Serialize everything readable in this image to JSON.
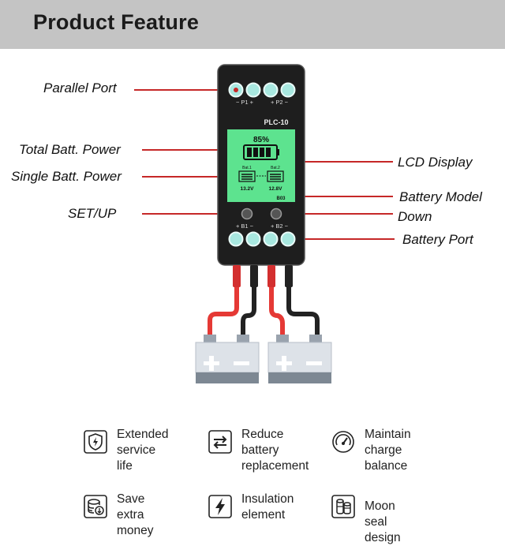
{
  "header": {
    "title": "Product Feature"
  },
  "labels": {
    "parallel_port": "Parallel Port",
    "total_power": "Total Batt. Power",
    "single_power": "Single Batt. Power",
    "set_up": "SET/UP",
    "lcd_display": "LCD Display",
    "battery_model": "Battery Model",
    "down": "Down",
    "battery_port": "Battery Port"
  },
  "device": {
    "top_port_labels": [
      "− P1 +",
      "+ P2 −"
    ],
    "model": "PLC-10",
    "percent": "85%",
    "batt1_label": "Bat.1",
    "batt2_label": "Bat.2",
    "batt1_voltage": "13.2V",
    "batt2_voltage": "12.8V",
    "model_code": "B03",
    "bottom_port_labels": [
      "+ B1 −",
      "+ B2 −"
    ]
  },
  "features": [
    {
      "icon": "shield-lightning-icon",
      "line1": "Extended",
      "line2": "service life"
    },
    {
      "icon": "swap-arrows-icon",
      "line1": "Reduce battery",
      "line2": "replacement"
    },
    {
      "icon": "gauge-icon",
      "line1": "Maintain charge",
      "line2": "balance"
    },
    {
      "icon": "coins-icon",
      "line1": "Save extra",
      "line2": "money"
    },
    {
      "icon": "lightning-icon",
      "line1": "Insulation",
      "line2": "element"
    },
    {
      "icon": "battery-cells-icon",
      "line1": "Moon seal design",
      "line2": ""
    }
  ],
  "colors": {
    "header_bg": "#c4c4c4",
    "lcd_green": "#5de38f",
    "leader_red": "#c62828",
    "device_body": "#1e1e1e"
  }
}
